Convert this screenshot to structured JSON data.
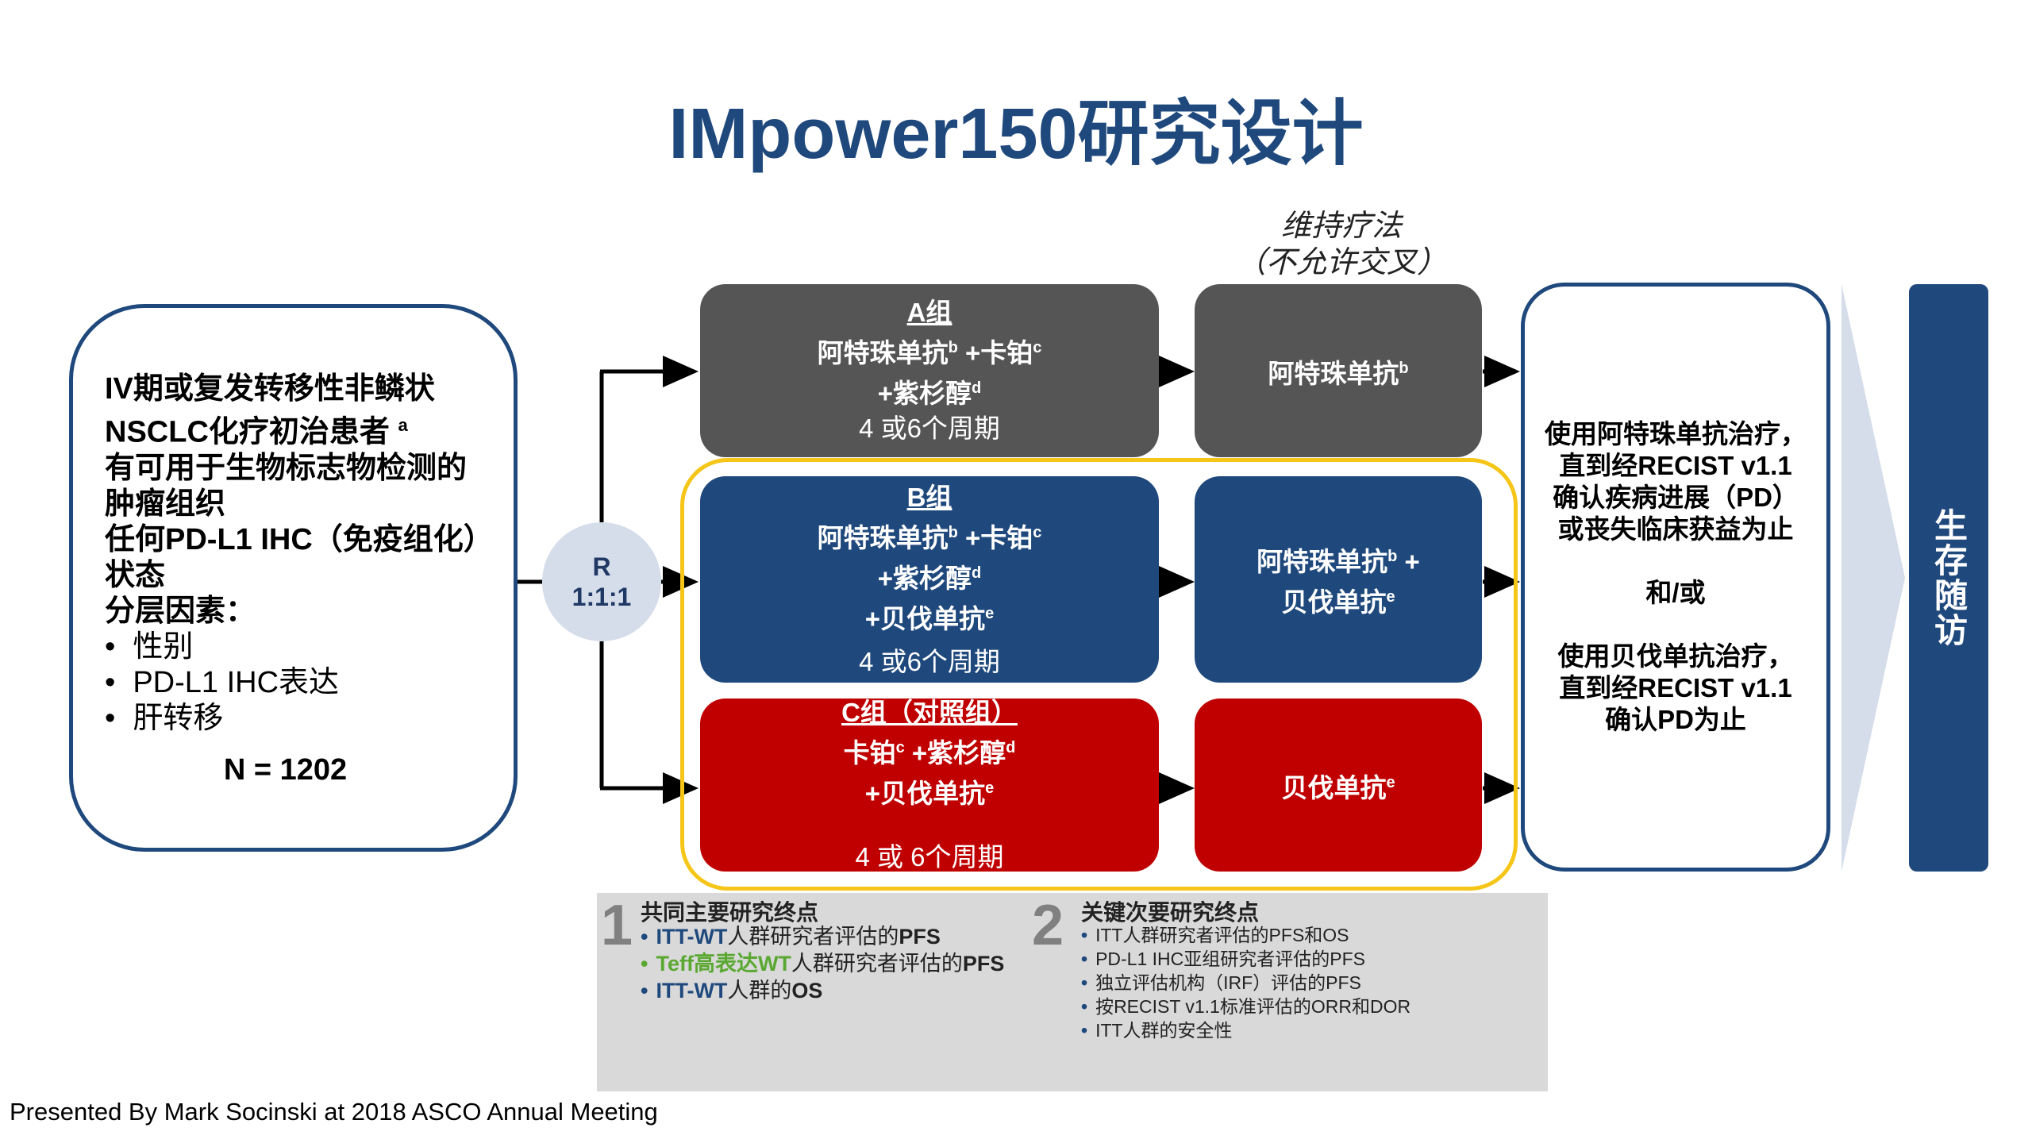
{
  "title": "IMpower150研究设计",
  "eligibility": {
    "line1": "IV期或复发转移性非鳞状",
    "line2": "NSCLC化疗初治患者",
    "line2_sup": "a",
    "line3": "有可用于生物标志物检测的",
    "line4": "肿瘤组织",
    "line5": "任何PD-L1 IHC（免疫组化）",
    "line6": "状态",
    "strat_label": "分层因素：",
    "strat_items": [
      "性别",
      "PD-L1 IHC表达",
      "肝转移"
    ],
    "n": "N = 1202"
  },
  "randomization": {
    "r": "R",
    "ratio": "1:1:1"
  },
  "maintenance_header": {
    "line1": "维持疗法",
    "line2": "（不允许交叉）"
  },
  "arms": {
    "a": {
      "label": "A组",
      "drug1": "阿特珠单抗",
      "sup1": "b",
      "drug2": "+卡铂",
      "sup2": "c",
      "drug3": "+紫杉醇",
      "sup3": "d",
      "cycles": "4 或6个周期",
      "maint": "阿特珠单抗",
      "maint_sup": "b"
    },
    "b": {
      "label": "B组",
      "drug1": "阿特珠单抗",
      "sup1": "b",
      "drug2": "+卡铂",
      "sup2": "c",
      "drug3": "+紫杉醇",
      "sup3": "d",
      "drug4": "+贝伐单抗",
      "sup4": "e",
      "cycles": "4 或6个周期",
      "maint1": "阿特珠单抗",
      "maint1_sup": "b",
      "maint1_plus": " +",
      "maint2": "贝伐单抗",
      "maint2_sup": "e"
    },
    "c": {
      "label": "C组（对照组）",
      "drug1": "卡铂",
      "sup1": "c",
      "drug2": "+紫杉醇",
      "sup2": "d",
      "drug3": "+贝伐单抗",
      "sup3": "e",
      "cycles": "4 或 6个周期",
      "maint": "贝伐单抗",
      "maint_sup": "e"
    }
  },
  "treatment_box": {
    "p1": [
      "使用阿特珠单抗治疗，",
      "直到经RECIST v1.1",
      "确认疾病进展（PD）",
      "或丧失临床获益为止"
    ],
    "and_or": "和/或",
    "p2": [
      "使用贝伐单抗治疗，",
      "直到经RECIST v1.1",
      "确认PD为止"
    ]
  },
  "followup": "生存随访",
  "endpoints": {
    "primary": {
      "num": "1",
      "header": "共同主要研究终点",
      "i1_hl": "ITT-WT",
      "i1_rest": "人群研究者评估的",
      "i1_b": "PFS",
      "i2_hl": "Teff高表达WT",
      "i2_rest": "人群研究者评估的",
      "i2_b": "PFS",
      "i3_hl": "ITT-WT",
      "i3_rest": "人群的",
      "i3_b": "OS"
    },
    "secondary": {
      "num": "2",
      "header": "关键次要研究终点",
      "items": [
        "ITT人群研究者评估的PFS和OS",
        "PD-L1 IHC亚组研究者评估的PFS",
        "独立评估机构（IRF）评估的PFS",
        "按RECIST v1.1标准评估的ORR和DOR",
        "ITT人群的安全性"
      ]
    }
  },
  "footer": "Presented By Mark Socinski at 2018 ASCO Annual Meeting",
  "colors": {
    "title": "#1f497d",
    "arm_a": "#555555",
    "arm_b": "#1f497d",
    "arm_c": "#c00000",
    "highlight": "#f5c518",
    "teff": "#5aa832"
  }
}
